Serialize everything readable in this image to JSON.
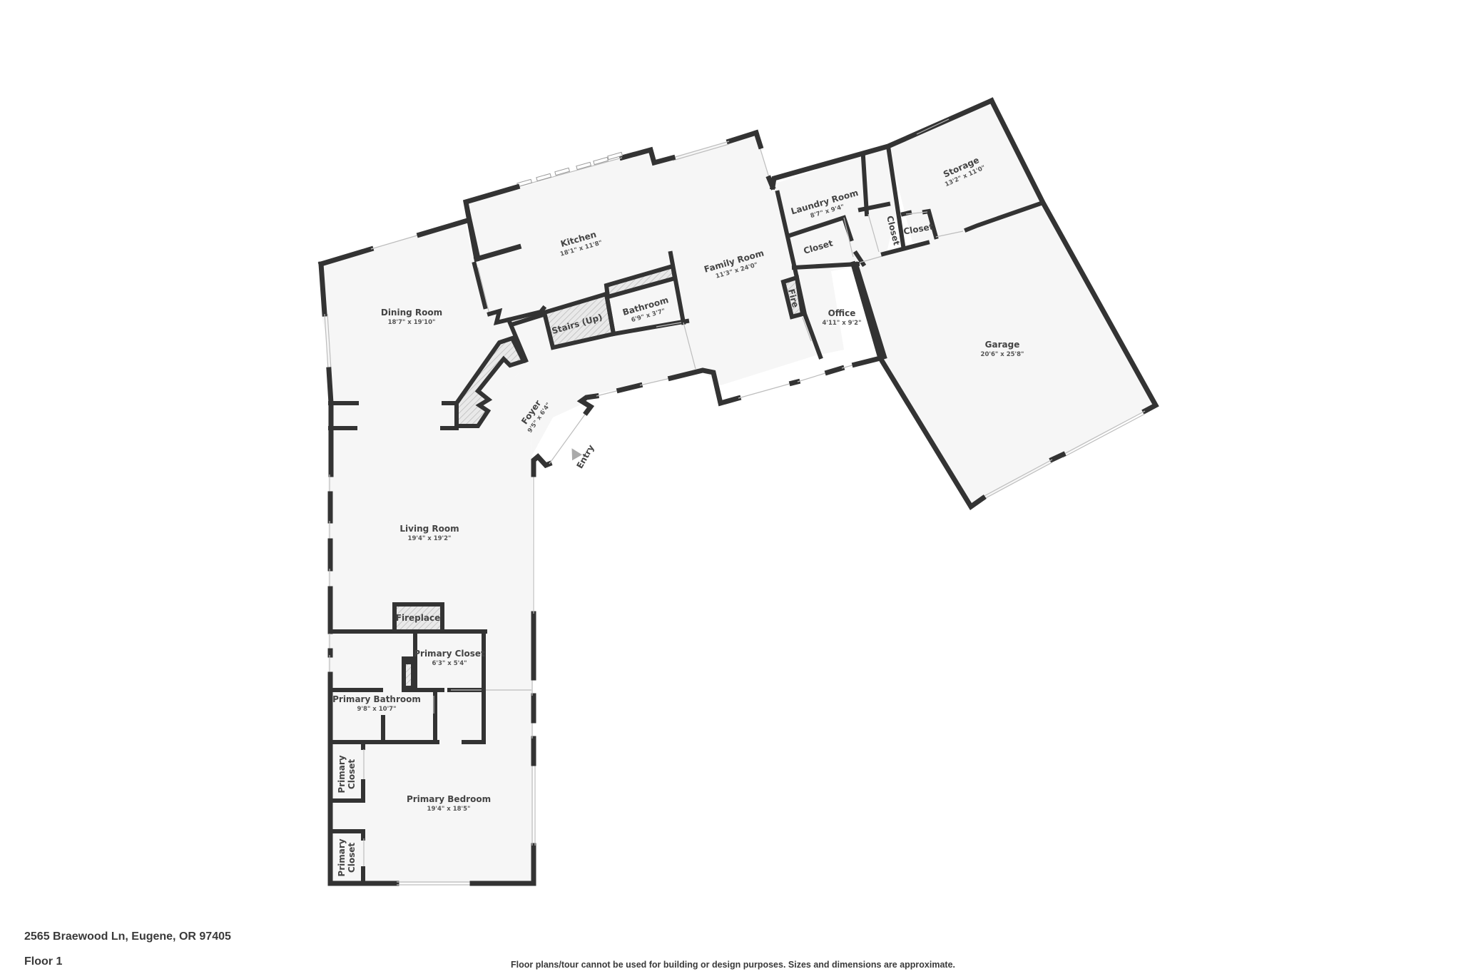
{
  "floor_plan": {
    "address": "2565 Braewood Ln, Eugene, OR 97405",
    "floor_label": "Floor 1",
    "disclaimer": "Floor plans/tour cannot be used for building or design purposes. Sizes and dimensions are approximate.",
    "rooms": {
      "kitchen": {
        "name": "Kitchen",
        "dims": "18'1\" x 11'8\""
      },
      "dining_room": {
        "name": "Dining Room",
        "dims": "18'7\" x 19'10\""
      },
      "family_room": {
        "name": "Family Room",
        "dims": "11'3\" x 24'0\""
      },
      "laundry_room": {
        "name": "Laundry Room",
        "dims": "8'7\" x 9'4\""
      },
      "storage": {
        "name": "Storage",
        "dims": "13'2\" x 11'0\""
      },
      "garage": {
        "name": "Garage",
        "dims": "20'6\" x 25'8\""
      },
      "office": {
        "name": "Office",
        "dims": "4'11\" x 9'2\""
      },
      "bathroom": {
        "name": "Bathroom",
        "dims": "6'9\" x 3'7\""
      },
      "stairs": {
        "name": "Stairs (Up)"
      },
      "foyer": {
        "name": "Foyer",
        "dims": "9'5\" x 6'4\""
      },
      "entry": {
        "name": "Entry"
      },
      "living_room": {
        "name": "Living Room",
        "dims": "19'4\" x 19'2\""
      },
      "fireplace": {
        "name": "Fireplace"
      },
      "fire": {
        "name": "Fire"
      },
      "primary_closet_main": {
        "name": "Primary Closet",
        "dims": "6'3\" x 5'4\""
      },
      "primary_bathroom": {
        "name": "Primary Bathroom",
        "dims": "9'8\" x 10'7\""
      },
      "primary_bedroom": {
        "name": "Primary Bedroom",
        "dims": "19'4\" x 18'5\""
      },
      "primary_closet_upper": {
        "name_line1": "Primary",
        "name_line2": "Closet"
      },
      "primary_closet_lower": {
        "name_line1": "Primary",
        "name_line2": "Closet"
      },
      "closet_laundry": {
        "name": "Closet"
      },
      "closet_vertical": {
        "name": "Closet"
      },
      "closet_storage": {
        "name": "Closet"
      }
    },
    "icons": {
      "entry_marker": "triangle-up"
    },
    "colors": {
      "wall": "#333333",
      "floor": "#f6f6f6",
      "text": "#444444"
    }
  }
}
